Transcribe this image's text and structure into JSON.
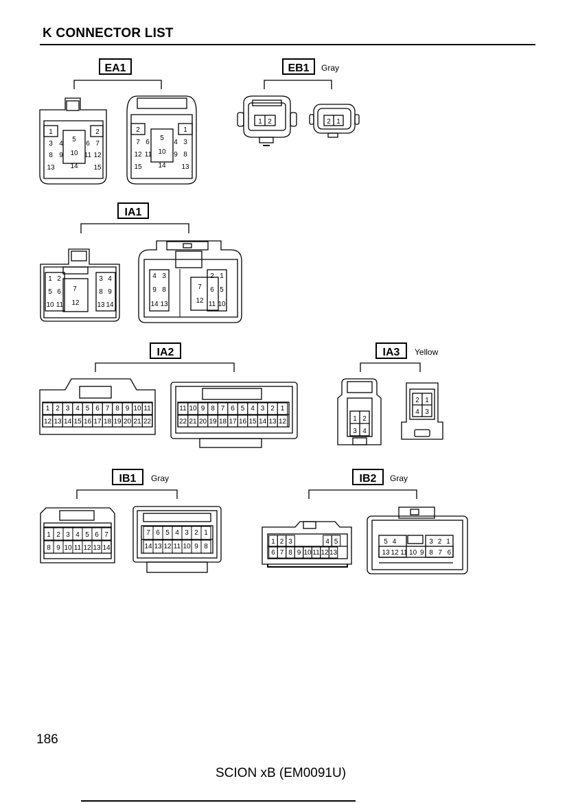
{
  "page": {
    "title": "K  CONNECTOR LIST",
    "page_number": "186",
    "footer": "SCION xB (EM0091U)"
  },
  "connectors": {
    "ea1": {
      "code": "EA1",
      "color": "",
      "left": {
        "top": [
          "1",
          "2"
        ],
        "row2": [
          "3",
          "4",
          "5",
          "6",
          "7"
        ],
        "row3": [
          "8",
          "9",
          "10",
          "11",
          "12"
        ],
        "row4": [
          "13",
          "14",
          "15"
        ]
      },
      "right": {
        "top": [
          "2",
          "1"
        ],
        "row2": [
          "7",
          "6",
          "5",
          "4",
          "3"
        ],
        "row3": [
          "12",
          "11",
          "10",
          "9",
          "8"
        ],
        "row4": [
          "15",
          "14",
          "13"
        ]
      }
    },
    "eb1": {
      "code": "EB1",
      "color": "Gray",
      "left": [
        "1",
        "2"
      ],
      "right": [
        "2",
        "1"
      ]
    },
    "ia1": {
      "code": "IA1",
      "color": "",
      "left": {
        "a": [
          "1",
          "2",
          "5",
          "6",
          "10",
          "11"
        ],
        "center": [
          "7",
          "12"
        ],
        "b": [
          "3",
          "4",
          "8",
          "9",
          "13",
          "14"
        ]
      },
      "right": {
        "a": [
          "4",
          "3",
          "9",
          "8",
          "14",
          "13"
        ],
        "center": [
          "7",
          "12"
        ],
        "b": [
          "2",
          "1",
          "6",
          "5",
          "11",
          "10"
        ]
      }
    },
    "ia2": {
      "code": "IA2",
      "color": "",
      "left_row1": [
        "1",
        "2",
        "3",
        "4",
        "5",
        "6",
        "7",
        "8",
        "9",
        "10",
        "11"
      ],
      "left_row2": [
        "12",
        "13",
        "14",
        "15",
        "16",
        "17",
        "18",
        "19",
        "20",
        "21",
        "22"
      ],
      "right_row1": [
        "11",
        "10",
        "9",
        "8",
        "7",
        "6",
        "5",
        "4",
        "3",
        "2",
        "1"
      ],
      "right_row2": [
        "22",
        "21",
        "20",
        "19",
        "18",
        "17",
        "16",
        "15",
        "14",
        "13",
        "12"
      ]
    },
    "ia3": {
      "code": "IA3",
      "color": "Yellow",
      "left": [
        "1",
        "2",
        "3",
        "4"
      ],
      "right": [
        "2",
        "1",
        "4",
        "3"
      ]
    },
    "ib1": {
      "code": "IB1",
      "color": "Gray",
      "left_row1": [
        "1",
        "2",
        "3",
        "4",
        "5",
        "6",
        "7"
      ],
      "left_row2": [
        "8",
        "9",
        "10",
        "11",
        "12",
        "13",
        "14"
      ],
      "right_row1": [
        "7",
        "6",
        "5",
        "4",
        "3",
        "2",
        "1"
      ],
      "right_row2": [
        "14",
        "13",
        "12",
        "11",
        "10",
        "9",
        "8"
      ]
    },
    "ib2": {
      "code": "IB2",
      "color": "Gray",
      "left_row1": [
        "1",
        "2",
        "3",
        "4",
        "5"
      ],
      "left_row2": [
        "6",
        "7",
        "8",
        "9",
        "10",
        "11",
        "12",
        "13"
      ],
      "right_row1": [
        "5",
        "4",
        "3",
        "2",
        "1"
      ],
      "right_row2": [
        "13",
        "12",
        "11",
        "10",
        "9",
        "8",
        "7",
        "6"
      ]
    }
  }
}
